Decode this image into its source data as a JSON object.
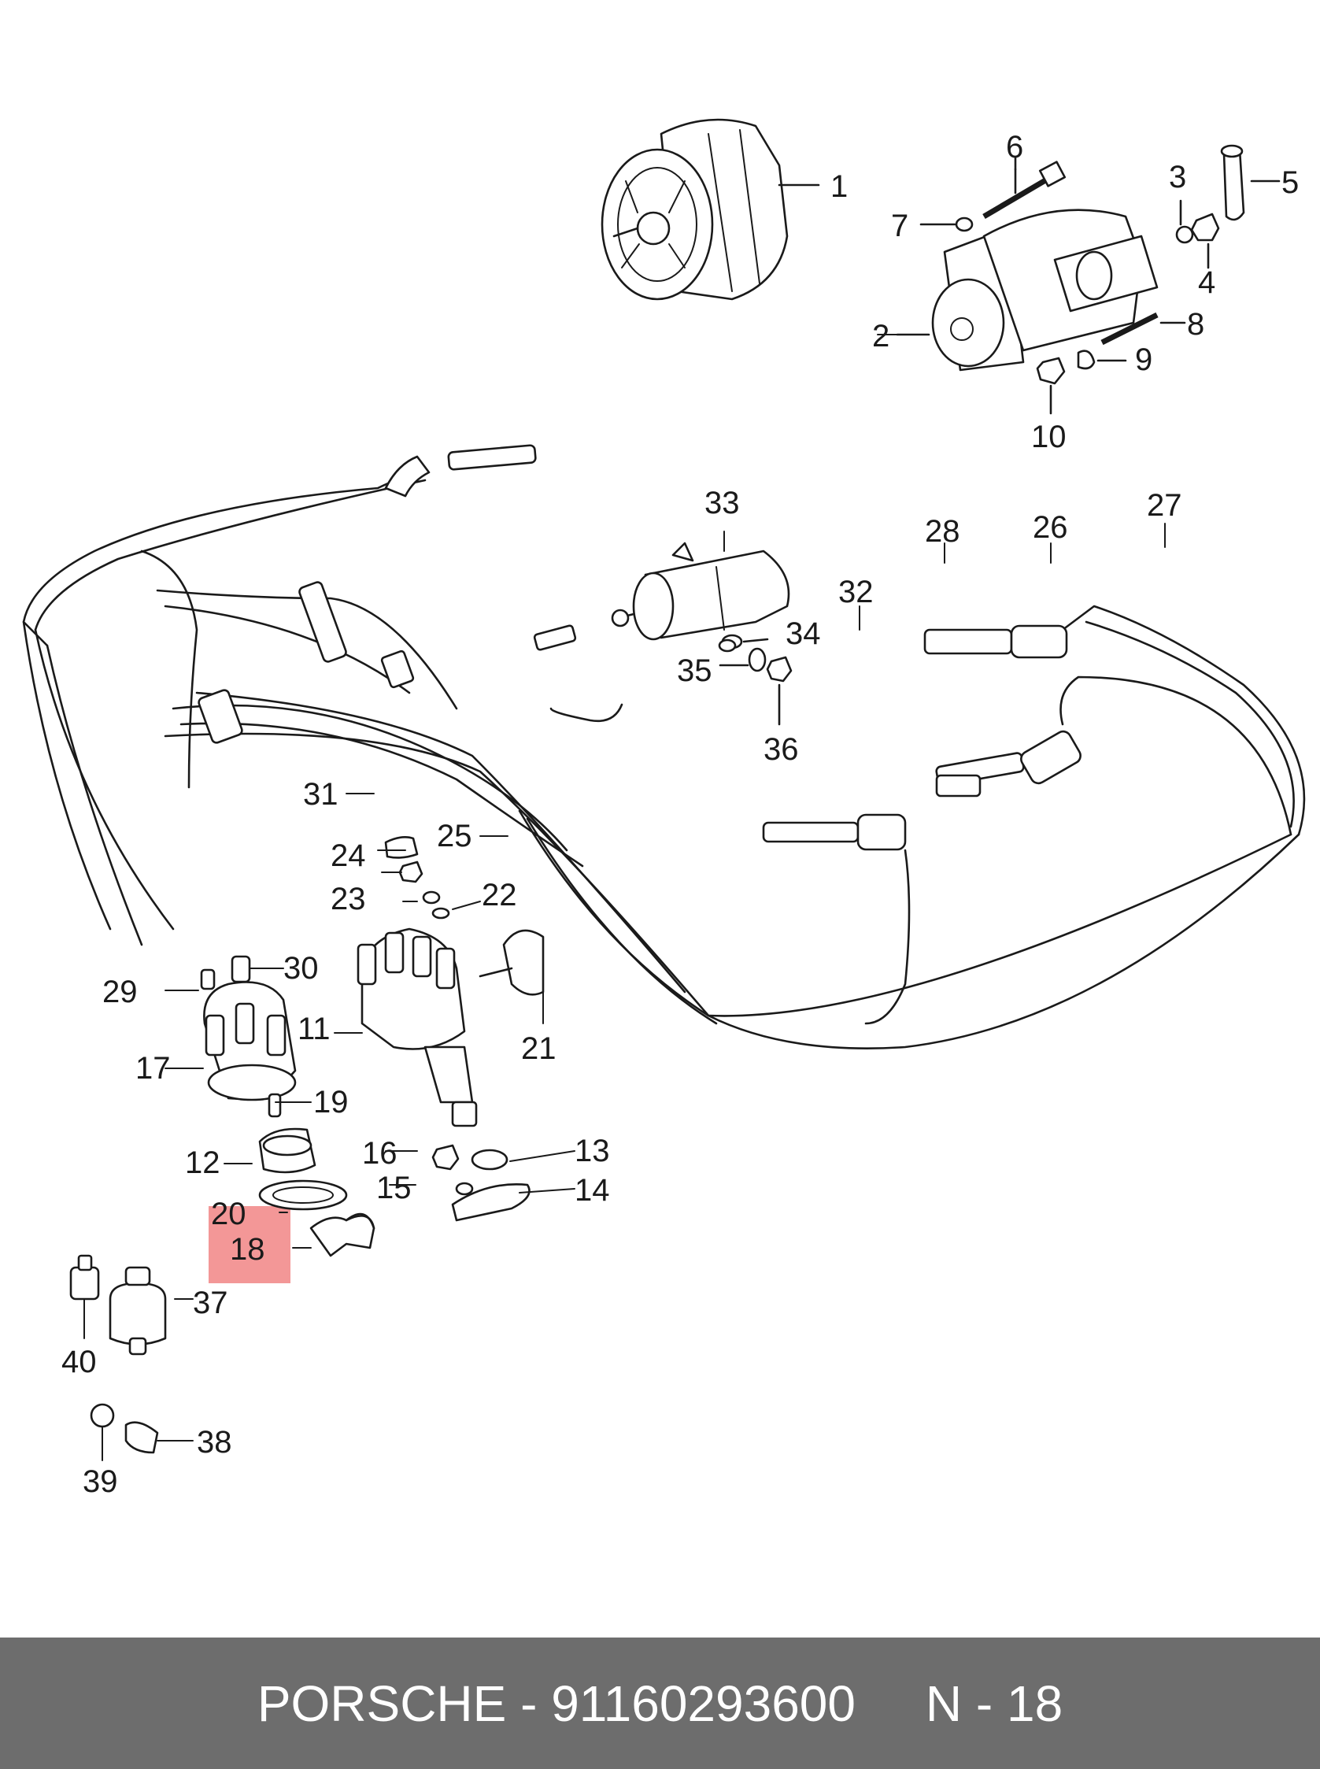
{
  "labels": [
    "1",
    "2",
    "3",
    "4",
    "5",
    "6",
    "7",
    "8",
    "9",
    "10",
    "11",
    "12",
    "13",
    "14",
    "15",
    "16",
    "17",
    "18",
    "19",
    "20",
    "21",
    "22",
    "23",
    "24",
    "25",
    "26",
    "27",
    "28",
    "29",
    "30",
    "31",
    "32",
    "33",
    "34",
    "35",
    "36",
    "37",
    "38",
    "39",
    "40"
  ],
  "highlighted_label": "18",
  "colors": {
    "highlight": "#f07a7a",
    "footer_bg": "#6d6d6d",
    "footer_text": "#ffffff",
    "line": "#1a1a1a"
  },
  "footer": {
    "text": "PORSCHE - 91160293600     N - 18"
  }
}
